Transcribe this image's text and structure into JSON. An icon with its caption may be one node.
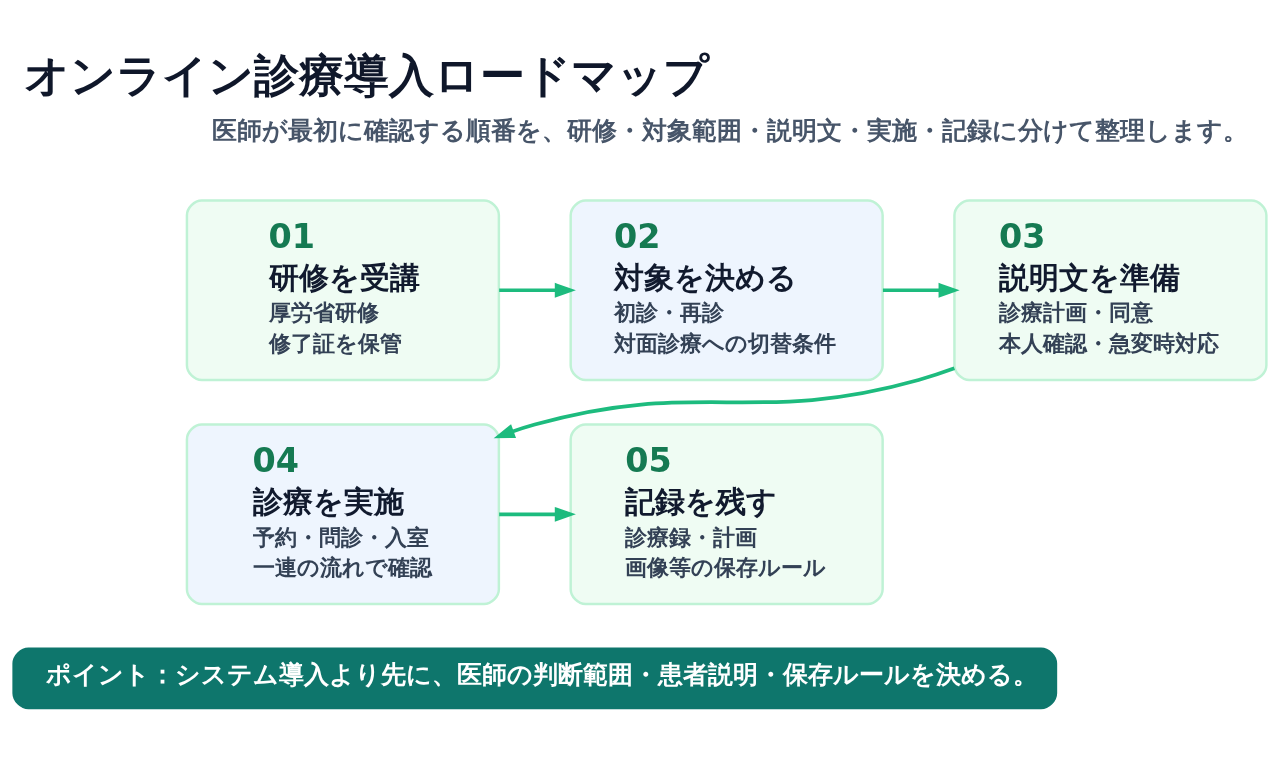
{
  "diagram": {
    "title": "オンライン診療導入ロードマップ",
    "nodes": [
      {
        "text": [
          "01",
          "研修を受講",
          "厚労省研修",
          "修了証を保管"
        ]
      },
      {
        "text": [
          "02",
          "対象を決める",
          "初診・再診",
          "対面診療への切替条件"
        ]
      },
      {
        "text": [
          "03",
          "説明文を準備",
          "診療計画・同意",
          "本人確認・急変時対応"
        ]
      },
      {
        "text": [
          "04",
          "診療を実施",
          "予約・問診・入室",
          "一連の流れで確認"
        ]
      },
      {
        "text": [
          "05",
          "記録を残す",
          "診療録・計画",
          "画像等の保存ルール"
        ]
      },
      {
        "text": [
          "ポイント：システム導入より先に、医師の判断範囲・患者説明・保存ルールを決める。"
        ]
      }
    ],
    "edges": [
      {
        "from": 0,
        "to": 1,
        "arrow": "to"
      },
      {
        "from": 1,
        "to": 2,
        "arrow": "to"
      },
      {
        "from": 2,
        "to": 3,
        "arrow": "to"
      },
      {
        "from": 3,
        "to": 4,
        "arrow": "to"
      }
    ],
    "labels": [
      "医師が最初に確認する順番を、研修・対象範囲・説明文・実施・記録に分けて整理します。"
    ]
  }
}
